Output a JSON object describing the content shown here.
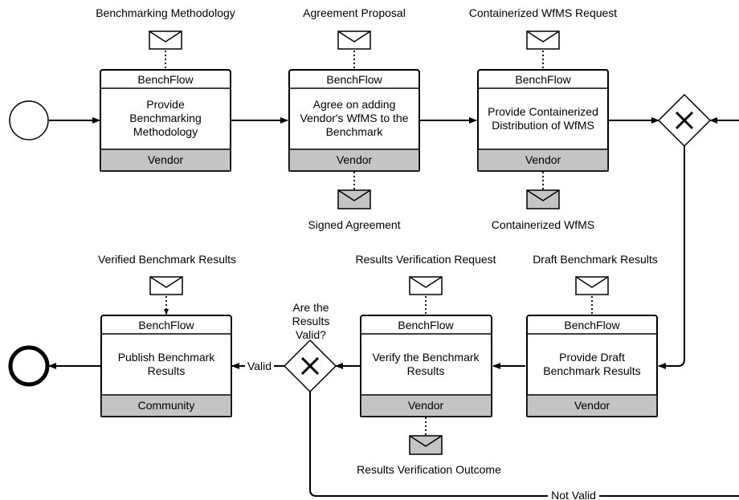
{
  "start_event": "start",
  "end_event": "end",
  "tasks": [
    {
      "participant": "BenchFlow",
      "lines": [
        "Provide",
        "Benchmarking",
        "Methodology"
      ],
      "role": "Vendor"
    },
    {
      "participant": "BenchFlow",
      "lines": [
        "Agree on adding",
        "Vendor's WfMS to the",
        "Benchmark"
      ],
      "role": "Vendor"
    },
    {
      "participant": "BenchFlow",
      "lines": [
        "Provide Containerized",
        "Distribution of WfMS"
      ],
      "role": "Vendor"
    },
    {
      "participant": "BenchFlow",
      "lines": [
        "Provide Draft",
        "Benchmark Results"
      ],
      "role": "Vendor"
    },
    {
      "participant": "BenchFlow",
      "lines": [
        "Verify the Benchmark",
        "Results"
      ],
      "role": "Vendor"
    },
    {
      "participant": "BenchFlow",
      "lines": [
        "Publish Benchmark",
        "Results"
      ],
      "role": "Community"
    }
  ],
  "incoming_messages": [
    "Benchmarking Methodology",
    "Agreement Proposal",
    "Containerized WfMS Request",
    "Draft Benchmark Results",
    "Results Verification Request",
    "Verified Benchmark Results"
  ],
  "outgoing_messages": [
    "Signed Agreement",
    "Containerized WfMS",
    "Results Verification Outcome"
  ],
  "gateway_question": [
    "Are the",
    "Results",
    "Valid?"
  ],
  "flow_labels": {
    "valid": "Valid",
    "not_valid": "Not Valid"
  },
  "colors": {
    "line": "#000000",
    "shaded": "#c4c4c4",
    "background": "#ffffff"
  }
}
